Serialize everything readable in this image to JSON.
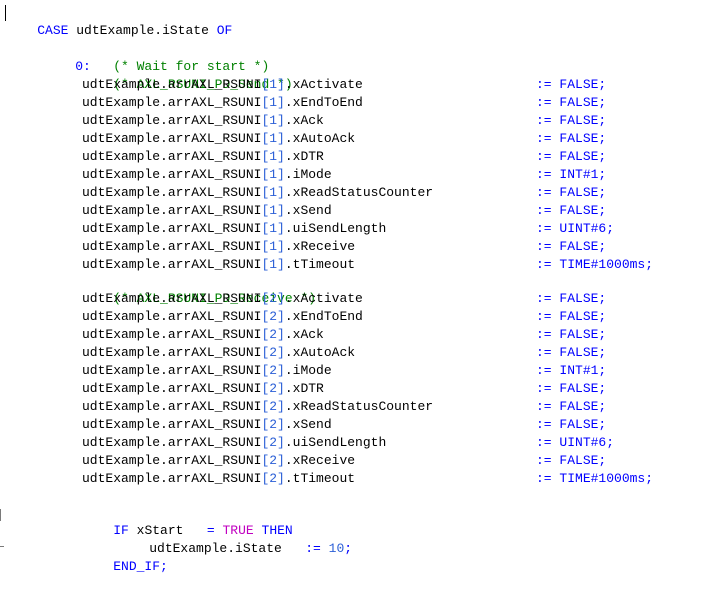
{
  "code": {
    "case_kw": "CASE",
    "case_expr": "udtExample.iState",
    "of_kw": "OF",
    "label0": "0:",
    "comment_wait": "(* Wait for start *)",
    "comment_send": "(* AXL_RSUNI_PD_Send *)",
    "comment_receive": "(* AXL_RSUNI_PD_Receive *)",
    "prefix": "udtExample.arrAXL_RSUNI",
    "index1": "[1]",
    "index2": "[2]",
    "assign": ":=",
    "fields_send": [
      {
        "field": ".xActivate",
        "value": "FALSE;"
      },
      {
        "field": ".xEndToEnd",
        "value": "FALSE;"
      },
      {
        "field": ".xAck",
        "value": "FALSE;"
      },
      {
        "field": ".xAutoAck",
        "value": "FALSE;"
      },
      {
        "field": ".xDTR",
        "value": "FALSE;"
      },
      {
        "field": ".iMode",
        "value": "INT#1;"
      },
      {
        "field": ".xReadStatusCounter",
        "value": "FALSE;"
      },
      {
        "field": ".xSend",
        "value": "FALSE;"
      },
      {
        "field": ".uiSendLength",
        "value": "UINT#6;"
      },
      {
        "field": ".xReceive",
        "value": "FALSE;"
      },
      {
        "field": ".tTimeout",
        "value": "TIME#1000ms;"
      }
    ],
    "fields_receive": [
      {
        "field": ".xActivate",
        "value": "FALSE;"
      },
      {
        "field": ".xEndToEnd",
        "value": "FALSE;"
      },
      {
        "field": ".xAck",
        "value": "FALSE;"
      },
      {
        "field": ".xAutoAck",
        "value": "FALSE;"
      },
      {
        "field": ".iMode",
        "value": "INT#1;"
      },
      {
        "field": ".xDTR",
        "value": "FALSE;"
      },
      {
        "field": ".xReadStatusCounter",
        "value": "FALSE;"
      },
      {
        "field": ".xSend",
        "value": "FALSE;"
      },
      {
        "field": ".uiSendLength",
        "value": "UINT#6;"
      },
      {
        "field": ".xReceive",
        "value": "FALSE;"
      },
      {
        "field": ".tTimeout",
        "value": "TIME#1000ms;"
      }
    ],
    "if_kw": "IF",
    "if_var": "xStart",
    "if_eq": "=",
    "if_true": "TRUE",
    "then_kw": "THEN",
    "state_target": "udtExample.iState",
    "state_value": "10",
    "semicolon": ";",
    "end_if": "END_IF;"
  }
}
